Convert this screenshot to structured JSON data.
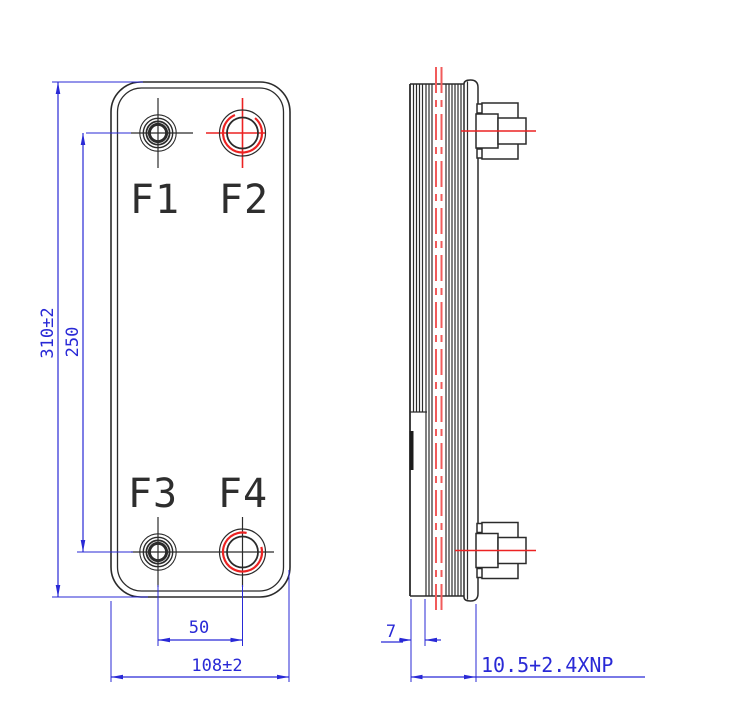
{
  "drawing_type": "plate-heat-exchanger-dimension-drawing",
  "front_view": {
    "ports": [
      {
        "id": "f1",
        "label": "F1"
      },
      {
        "id": "f2",
        "label": "F2"
      },
      {
        "id": "f3",
        "label": "F3"
      },
      {
        "id": "f4",
        "label": "F4"
      }
    ]
  },
  "dimensions": {
    "overall_height": "310±2",
    "port_center_height": "250",
    "port_spacing_horizontal": "50",
    "overall_width": "108±2",
    "end_plate_thickness": "7",
    "stack_depth_formula": "10.5+2.4XNP"
  },
  "colors": {
    "dimension_blue": "#2929d6",
    "centerline_red": "#ec2222",
    "centerline_dashed_red": "#f15b5b",
    "outline_black": "#2b2b2b"
  }
}
